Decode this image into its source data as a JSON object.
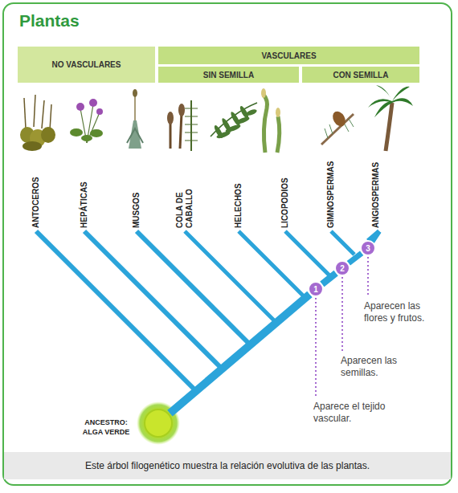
{
  "diagram": {
    "title": "Plantas",
    "caption": "Este árbol filogenético muestra la relación evolutiva de las plantas.",
    "nodes": [
      {
        "text": [
          "NO VASCULARES"
        ]
      },
      {
        "text": [
          "VASCULARES"
        ]
      },
      {
        "text": [
          "SIN SEMILLA"
        ]
      },
      {
        "text": [
          "CON SEMILLA"
        ]
      },
      {
        "text": [
          "ANCESTRO: ALGA VERDE"
        ]
      },
      {
        "text": [
          "1"
        ]
      },
      {
        "text": [
          "2"
        ]
      },
      {
        "text": [
          "3"
        ]
      }
    ],
    "edges": [
      {
        "from": 4,
        "to": 5,
        "arrow": "none"
      },
      {
        "from": 5,
        "to": 6,
        "arrow": "none"
      },
      {
        "from": 6,
        "to": 7,
        "arrow": "none"
      }
    ],
    "labels": [
      "ANTOCEROS",
      "HEPÁTICAS",
      "MUSGOS",
      "COLA DE CABALLO",
      "HELECHOS",
      "LICOPODIOS",
      "GIMNOSPERMAS",
      "ANGIOSPERMAS",
      "Aparecen las flores y frutos.",
      "Aparecen las semillas.",
      "Aparece el tejido vascular."
    ]
  }
}
